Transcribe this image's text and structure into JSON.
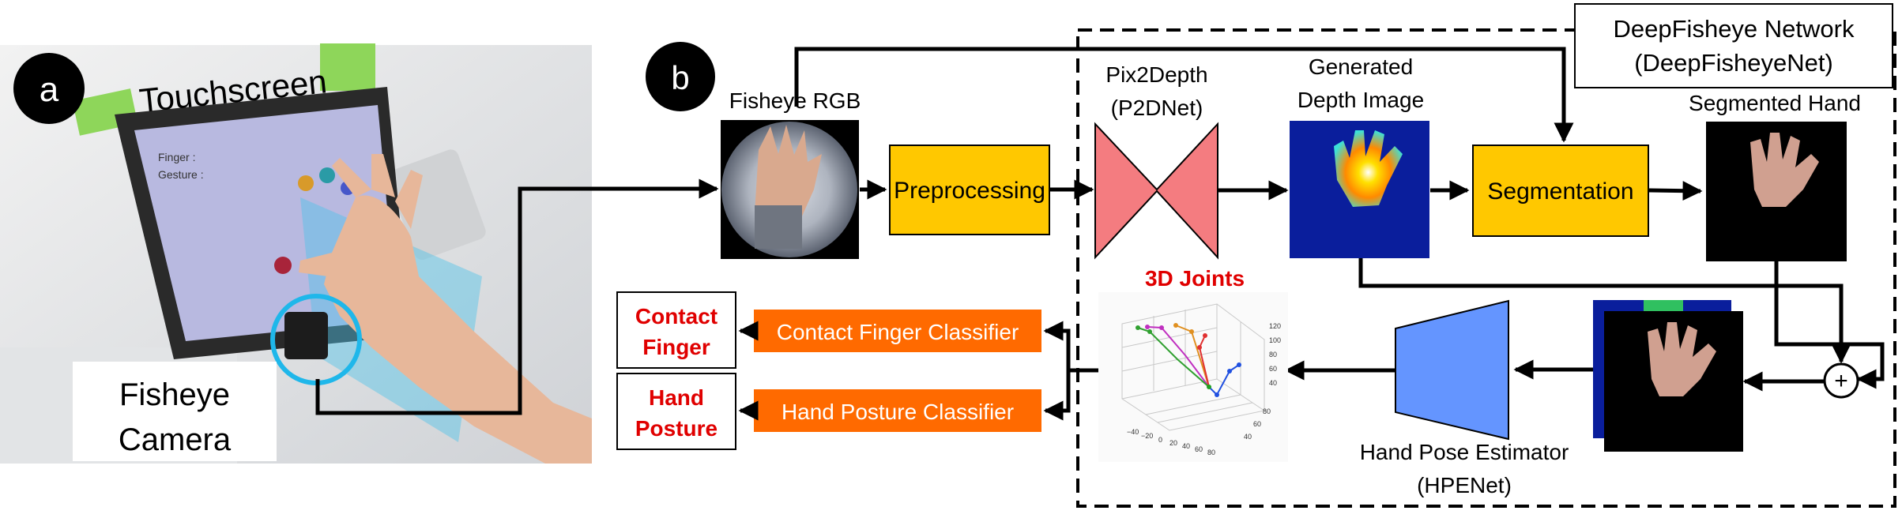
{
  "panel_a": {
    "badge": "a",
    "touchscreen_label": "Touchscreen",
    "screen_finger_text": "Finger :",
    "screen_gesture_text": "Gesture :",
    "camera_label_line1": "Fisheye",
    "camera_label_line2": "Camera"
  },
  "panel_b": {
    "badge": "b",
    "network_title_line1": "DeepFisheye Network",
    "network_title_line2": "(DeepFisheyeNet)",
    "fisheye_rgb_label": "Fisheye RGB",
    "preprocessing_label": "Preprocessing",
    "p2d_label_line1": "Pix2Depth",
    "p2d_label_line2": "(P2DNet)",
    "depth_label_line1": "Generated",
    "depth_label_line2": "Depth Image",
    "segmentation_label": "Segmentation",
    "segmented_hand_label": "Segmented Hand",
    "joints_label": "3D Joints",
    "hpe_label_line1": "Hand Pose Estimator",
    "hpe_label_line2": "(HPENet)",
    "contact_classifier_label": "Contact Finger Classifier",
    "posture_classifier_label": "Hand Posture Classifier",
    "contact_output_line1": "Contact",
    "contact_output_line2": "Finger",
    "posture_output_line1": "Hand",
    "posture_output_line2": "Posture",
    "plus_symbol": "+",
    "plot_ticks_x": [
      "−40",
      "−20",
      "0",
      "20",
      "40",
      "60",
      "80"
    ],
    "plot_ticks_z": [
      "40",
      "60",
      "80",
      "100",
      "120"
    ],
    "plot_ticks_y": [
      "40",
      "60",
      "80"
    ]
  },
  "colors": {
    "yellow_box": "#FFC800",
    "orange_box": "#FF6A00",
    "p2d_red": "#F47C80",
    "hpe_blue": "#6495FF",
    "label_red": "#E00000",
    "depth_bg": "#0A1E9C"
  }
}
